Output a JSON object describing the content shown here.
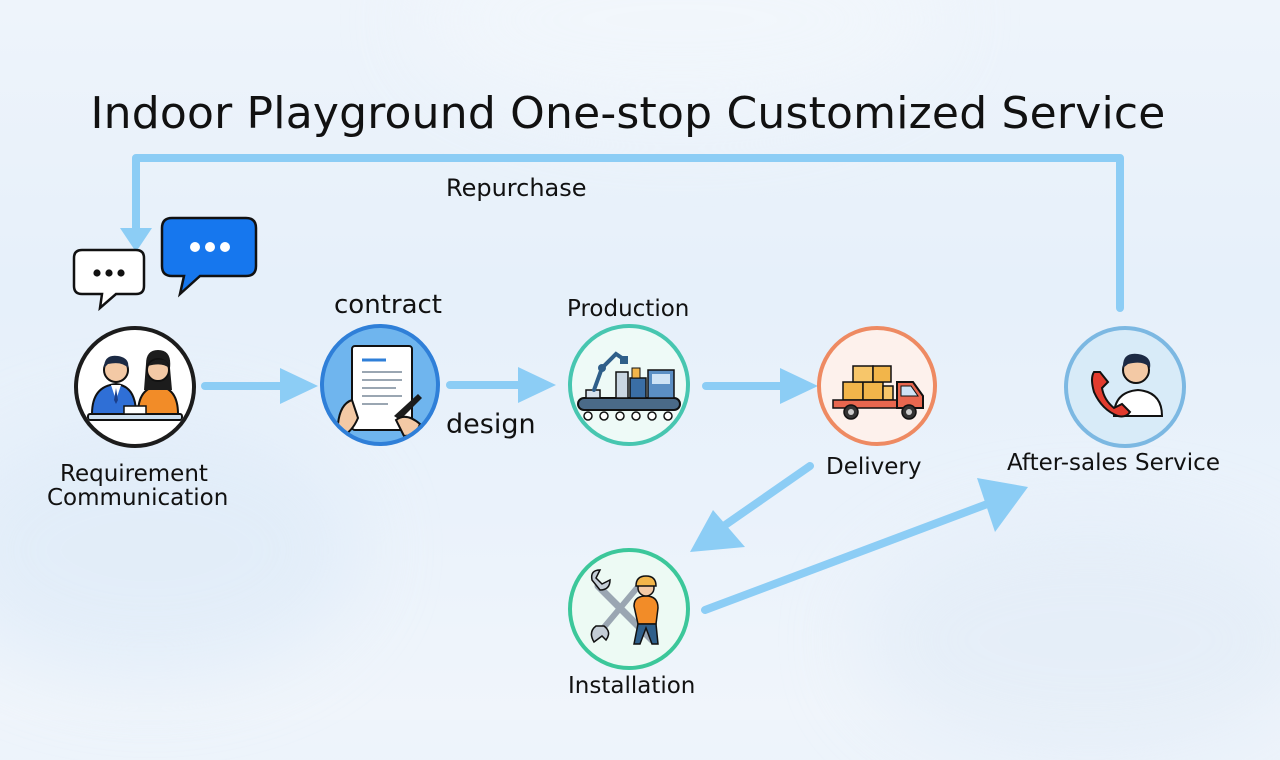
{
  "title": "Indoor Playground One-stop Customized Service",
  "labels": {
    "repurchase": "Repurchase",
    "requirement_line1": "Requirement",
    "requirement_line2": "Communication",
    "contract": "contract",
    "design": "design",
    "production": "Production",
    "delivery": "Delivery",
    "after_sales": "After-sales Service",
    "installation": "Installation"
  },
  "colors": {
    "arrow": "#8ccdf5",
    "requirement_ring": "#1c1c1c",
    "contract_ring": "#2f7fd8",
    "production_ring": "#47c6b0",
    "delivery_ring": "#ee8a62",
    "after_sales_ring": "#7cb8e2",
    "installation_ring": "#3cc79a",
    "chat_blue": "#1677ee"
  },
  "icons": {
    "requirement": "two-people-meeting-icon",
    "contract": "contract-signing-icon",
    "production": "factory-robot-arm-icon",
    "delivery": "delivery-truck-icon",
    "after_sales": "customer-service-phone-icon",
    "installation": "worker-wrench-icon",
    "chat_white": "chat-bubble-icon",
    "chat_blue": "chat-bubble-icon"
  }
}
